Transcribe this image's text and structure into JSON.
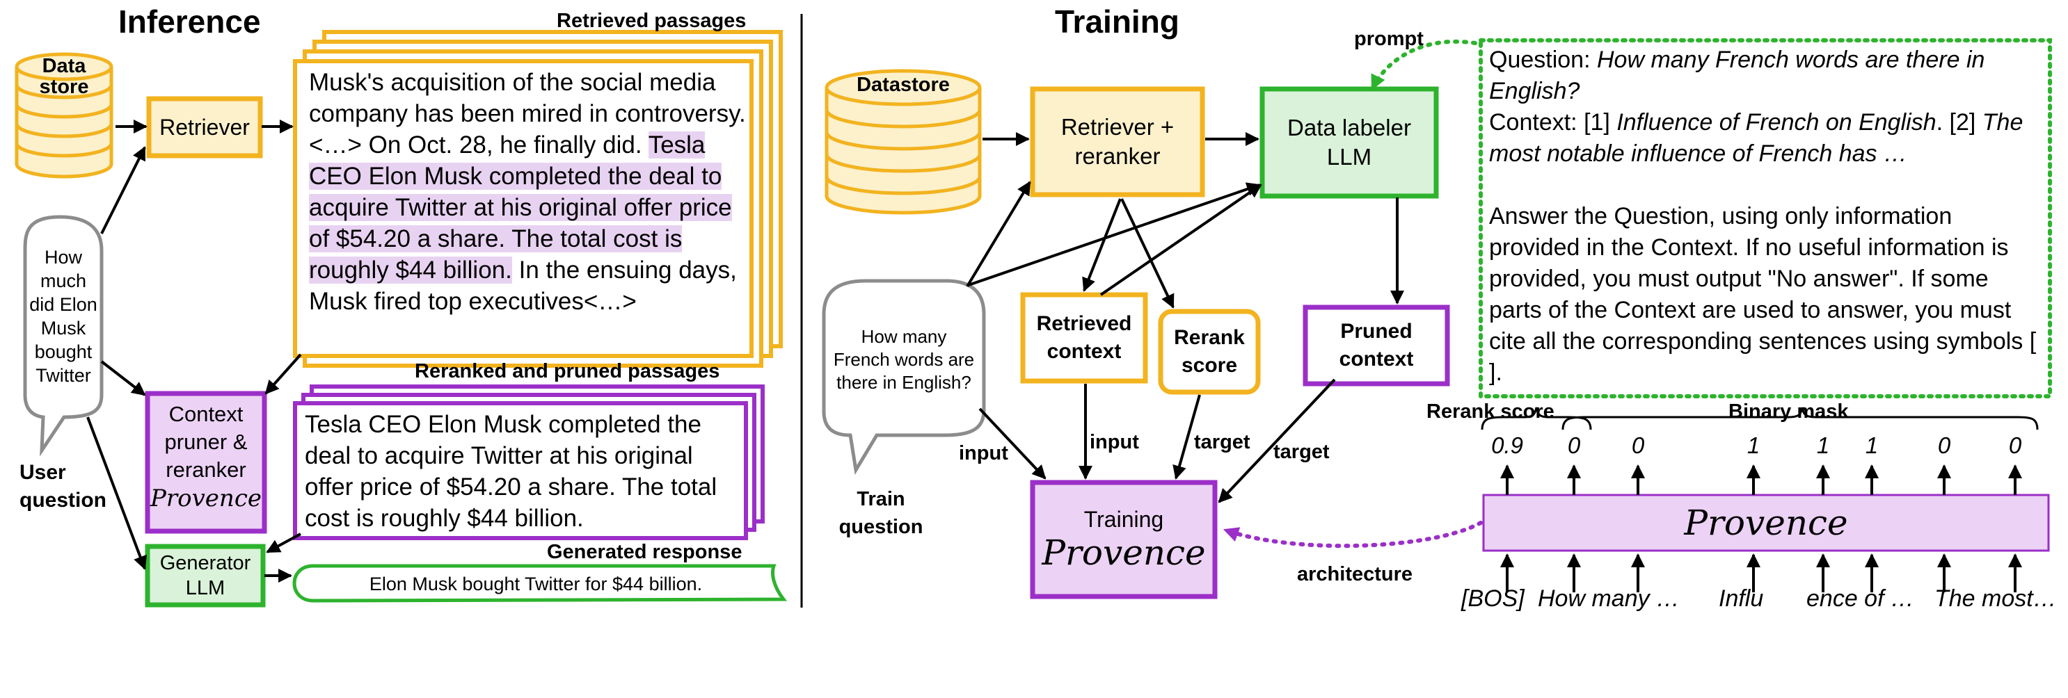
{
  "colors": {
    "yellow": "#f2b31f",
    "yellow_fill": "#fdf1cc",
    "green": "#2db32d",
    "green_fill": "#d9f2d9",
    "purple": "#9b2fc8",
    "purple_fill": "#ecd2f5",
    "highlight": "#e8d2f1",
    "gray": "#8c8c8c"
  },
  "inference": {
    "title": "Inference",
    "datastore": "Data store",
    "retriever": "Retriever",
    "retrieved_title": "Retrieved passages",
    "passage_pre": "Musk's acquisition of the social media company has been mired in controversy. <…> On Oct. 28, he finally did. ",
    "passage_highlight": "Tesla CEO Elon Musk completed the deal to acquire Twitter at his original offer price of $54.20 a share. The total cost is roughly $44 billion.",
    "passage_post": " In the ensuing days, Musk fired top executives<…>",
    "question": "How much did Elon Musk bought Twitter",
    "user_question": "User question",
    "pruned_title": "Reranked and pruned passages",
    "pruner_label": "Context pruner & reranker",
    "pruner_model": "Provence",
    "pruned_text": "Tesla CEO Elon Musk completed the deal to acquire Twitter at his original offer price of $54.20 a share. The total cost is roughly $44 billion.",
    "generator": "Generator LLM",
    "generated_title": "Generated response",
    "response": "Elon Musk bought Twitter for $44 billion."
  },
  "training": {
    "title": "Training",
    "datastore": "Datastore",
    "retriever_reranker": "Retriever + reranker",
    "data_labeler": "Data labeler LLM",
    "prompt_label": "prompt",
    "question": "How many French words are there in English?",
    "train_question": "Train question",
    "retrieved_context": "Retrieved context",
    "rerank_score": "Rerank score",
    "pruned_context": "Pruned context",
    "input_1": "input",
    "input_2": "input",
    "target_1": "target",
    "target_2": "target",
    "training_label": "Training",
    "training_model": "Provence",
    "architecture": "architecture"
  },
  "prompt_box": {
    "q_label": "Question: ",
    "q_text": "How many French words are there in English?",
    "c_label": "Context: [1] ",
    "c_title": "Influence of French on English",
    "c_mid": ". [2] ",
    "c_text": "The most notable influence of French has …",
    "instruction": "Answer the Question, using only information provided in the Context. If no useful information is provided, you must output \"No answer\". If some parts of the Context are used to answer, you must cite all the corresponding sentences using symbols [ ]."
  },
  "architecture": {
    "rerank_score_label": "Rerank score",
    "binary_mask_label": "Binary mask",
    "model": "Provence",
    "outputs": [
      "0.9",
      "0",
      "0",
      "1",
      "1",
      "1",
      "0",
      "0"
    ],
    "inputs": [
      "[BOS]",
      "How many …",
      "Influ",
      "ence of …",
      "The most…"
    ]
  }
}
